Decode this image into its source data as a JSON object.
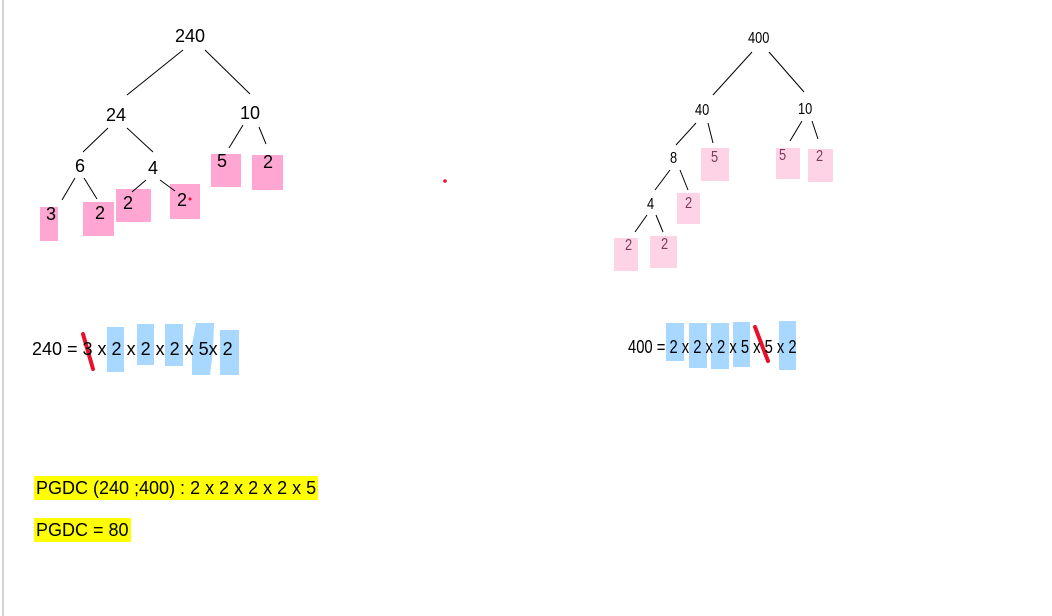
{
  "left_tree": {
    "root": "240",
    "level1": [
      "24",
      "10"
    ],
    "level2": [
      "6",
      "4",
      "5",
      "2"
    ],
    "level3": [
      "3",
      "2",
      "2",
      "2"
    ]
  },
  "right_tree": {
    "root": "400",
    "level1": [
      "40",
      "10"
    ],
    "level2": [
      "8",
      "5",
      "5",
      "2"
    ],
    "level3": [
      "4",
      "2"
    ],
    "level4": [
      "2",
      "2"
    ]
  },
  "equations": {
    "left": "240 = 3 x 2 x 2 x 2 x 5x 2",
    "right": "400 = 2 x 2 x 2 x 5 x 5 x 2"
  },
  "results": {
    "pgdc_factors": "PGDC (240 ;400) : 2 x 2 x 2 x 2 x 5",
    "pgdc_value": "PGDC = 80"
  },
  "colors": {
    "pink_strong": "#ffa6d2",
    "pink_light": "#ffd3e6",
    "blue": "#a8d8ff",
    "red": "#e8102a",
    "yellow": "#ffff00"
  }
}
